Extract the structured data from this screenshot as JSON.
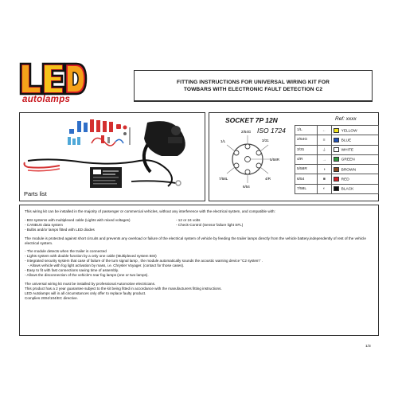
{
  "logo": {
    "letters": "LED",
    "sub": "autolamps"
  },
  "title": {
    "line1": "FITTING INSTRUCTIONS FOR UNIVERSAL WIRING KIT FOR",
    "line2": "TOWBARS WITH ELECTRONIC FAULT DETECTION C2"
  },
  "parts": {
    "label": "Parts list"
  },
  "socket": {
    "title": "SOCKET 7P 12N",
    "ref": "Ref: xxxx",
    "iso": "ISO 1724",
    "pin_labels": [
      "1/L",
      "2/54G",
      "3/31",
      "4/R",
      "5/58R",
      "6/54",
      "7/58L"
    ],
    "rows": [
      {
        "pin": "1/L",
        "icon": "left-indicator-icon",
        "color_name": "YELLOW",
        "color": "#f2e51a"
      },
      {
        "pin": "2/54G",
        "icon": "fog-lamp-icon",
        "color_name": "BLUE",
        "color": "#1f4fb8"
      },
      {
        "pin": "3/31",
        "icon": "earth-icon",
        "color_name": "WHITE",
        "color": "#ffffff"
      },
      {
        "pin": "4/R",
        "icon": "right-indicator-icon",
        "color_name": "GREEN",
        "color": "#2e9a3c"
      },
      {
        "pin": "5/58R",
        "icon": "right-tail-icon",
        "color_name": "BROWN",
        "color": "#8a4b22"
      },
      {
        "pin": "6/54",
        "icon": "stop-lamp-icon",
        "color_name": "RED",
        "color": "#d41f26"
      },
      {
        "pin": "7/58L",
        "icon": "left-tail-icon",
        "color_name": "BLACK",
        "color": "#111111"
      }
    ]
  },
  "body": {
    "intro": "This wiring kit can be installed in the majority of passenger or commercial vehicles, without any interference with the electrical system, and compatible with:",
    "compat_left": [
      "- BSI systems with multiplexed cable (Lights with mixed voltages)",
      "- CANBUS data system",
      "- Bulbs and/or lamps fitted with LED diodes"
    ],
    "compat_right": [
      "- 12 or 24 volts",
      "- Check-Control (Sensor failure light SFL)"
    ],
    "protection": "The module is protected against short circuits and prevents any overload or failure of the electrical system of vehicle by feeding the trailer lamps directly from the vehicle battery,independently of rest of the vehicle electrical system.",
    "features": [
      "- The module detects when the trailer is connected",
      "- Lights system with double function by a only one cable (Multiplexed system BSI)",
      "- Integrated security system that case of failure of the turn signal lamp , the module automatically sounds the acoustic warning device \"C2 system\" .",
      "  - Allows vehicle with fog light activation by mass, i.e. Chrysler Voyager. (contact for those cases).",
      "- Easy to fit with fast connections saving time of assembly.",
      "- Allows the disconnection of the vehicle's rear fog lamps (one or two lamps)."
    ],
    "closing": [
      "The universal wiring kit must be installed by professional Automotive electricians.",
      "This product has a 2 year  guarantee subject to the kit being fitted in accordance with the manufacturers fitting instructions.",
      "LED Autolamps will in all circumstances only offer to replace faulty product.",
      "Complies 2004/104/EC directive."
    ]
  },
  "page_number": "1/3"
}
